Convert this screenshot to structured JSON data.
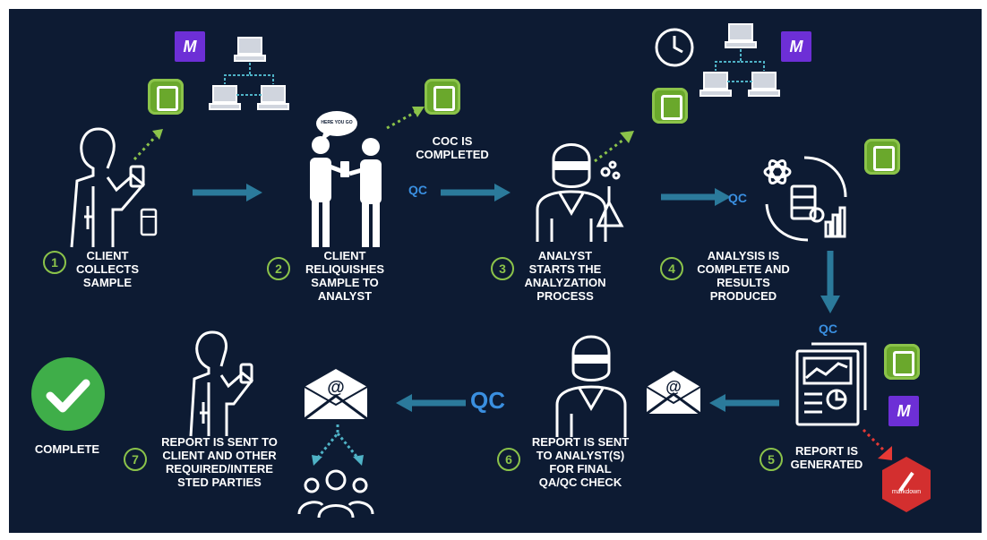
{
  "steps": [
    {
      "num": "1",
      "label_lines": [
        "CLIENT",
        "COLLECTS",
        "SAMPLE"
      ]
    },
    {
      "num": "2",
      "label_lines": [
        "CLIENT",
        "RELIQUISHES",
        "SAMPLE TO",
        "ANALYST"
      ]
    },
    {
      "num": "3",
      "label_lines": [
        "ANALYST",
        "STARTS THE",
        "ANALYZATION",
        "PROCESS"
      ]
    },
    {
      "num": "4",
      "label_lines": [
        "ANALYSIS IS",
        "COMPLETE AND",
        "RESULTS",
        "PRODUCED"
      ]
    },
    {
      "num": "5",
      "label_lines": [
        "REPORT IS",
        "GENERATED"
      ]
    },
    {
      "num": "6",
      "label_lines": [
        "REPORT IS SENT",
        "TO ANALYST(S)",
        "FOR FINAL",
        "QA/QC CHECK"
      ]
    },
    {
      "num": "7",
      "label_lines": [
        "REPORT IS SENT TO",
        "CLIENT AND OTHER",
        "REQUIRED/INTERE",
        "STED PARTIES"
      ]
    }
  ],
  "coc_label_lines": [
    "COC IS",
    "COMPLETED"
  ],
  "qc_label": "QC",
  "complete_label": "COMPLETE",
  "speech_bubble_text": "HERE YOU GO",
  "email_symbol": "@",
  "markdown_label": "markdown",
  "purple_logo_text": "M",
  "colors": {
    "background": "#0d1b33",
    "arrow": "#2b7a9b",
    "qc": "#3a8fe0",
    "green": "#8bc34a",
    "complete": "#3fae49",
    "markdown_red": "#d32f2f",
    "purple": "#6d2fd6"
  }
}
